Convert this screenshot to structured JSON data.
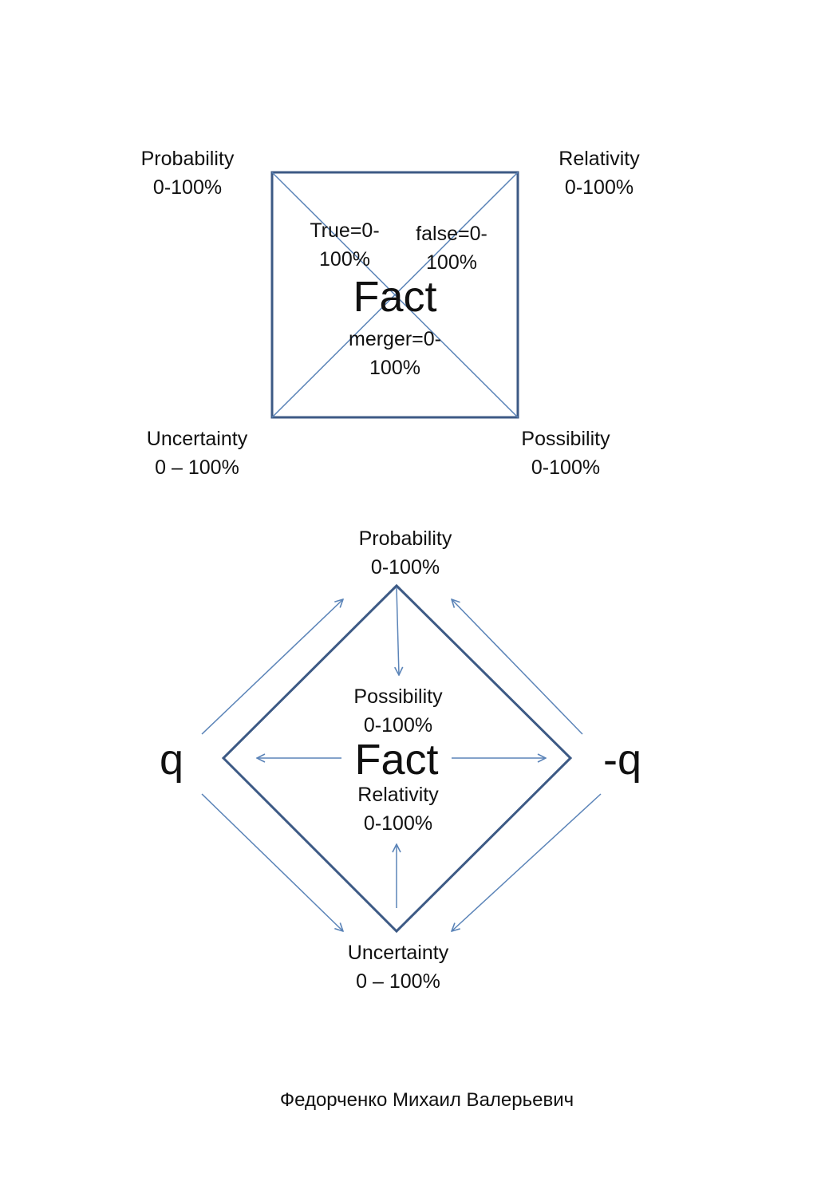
{
  "colors": {
    "square_stroke": "#3d5a85",
    "arrow_stroke": "#5b84b8",
    "text": "#111111"
  },
  "top_diagram": {
    "corners": {
      "top_left": {
        "name": "Probability",
        "range": "0-100%"
      },
      "top_right": {
        "name": "Relativity",
        "range": "0-100%"
      },
      "bottom_left": {
        "name": "Uncertainty",
        "range": "0 – 100%"
      },
      "bottom_right": {
        "name": "Possibility",
        "range": "0-100%"
      }
    },
    "center": "Fact",
    "inner": {
      "true": {
        "line1": "True=0-",
        "line2": "100%"
      },
      "false": {
        "line1": "false=0-",
        "line2": "100%"
      },
      "merger": {
        "line1": "merger=0-",
        "line2": "100%"
      }
    }
  },
  "bottom_diagram": {
    "top": {
      "name": "Probability",
      "range": "0-100%"
    },
    "inner_top": {
      "name": "Possibility",
      "range": "0-100%"
    },
    "center": "Fact",
    "inner_bottom": {
      "name": "Relativity",
      "range": "0-100%"
    },
    "bottom": {
      "name": "Uncertainty",
      "range": "0 – 100%"
    },
    "left": "q",
    "right": "-q"
  },
  "author": "Федорченко Михаил Валерьевич"
}
